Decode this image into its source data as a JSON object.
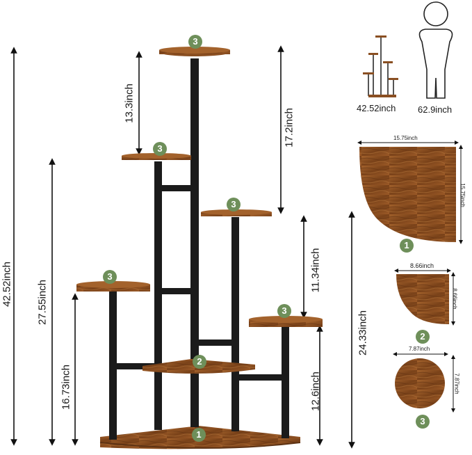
{
  "colors": {
    "badge": "#6e8f5a",
    "wood": "#8a4f22",
    "woodDark": "#5e3314",
    "frame": "#1b1b1b",
    "line": "#111111"
  },
  "dimensions": {
    "total_height": "42.52inch",
    "third_shelf_height": "27.55inch",
    "fourth_shelf_height": "16.73inch",
    "top_gap": "13.3inch",
    "upper_gap": "17.2inch",
    "middle_gap": "11.34inch",
    "lower_shelf_height": "12.6inch",
    "side_height": "24.33inch"
  },
  "comparison": {
    "stand_height": "42.52inch",
    "person_height": "62.9inch",
    "person_icon": "person-silhouette-icon"
  },
  "shelves": {
    "large": {
      "badge": "1",
      "width": "15.75inch",
      "depth": "15.75inch"
    },
    "medium": {
      "badge": "2",
      "width": "8.66inch",
      "depth": "8.66inch"
    },
    "round": {
      "badge": "3",
      "width": "7.87inch",
      "depth": "7.87inch"
    }
  },
  "badges": {
    "one": "1",
    "two": "2",
    "three": "3"
  }
}
